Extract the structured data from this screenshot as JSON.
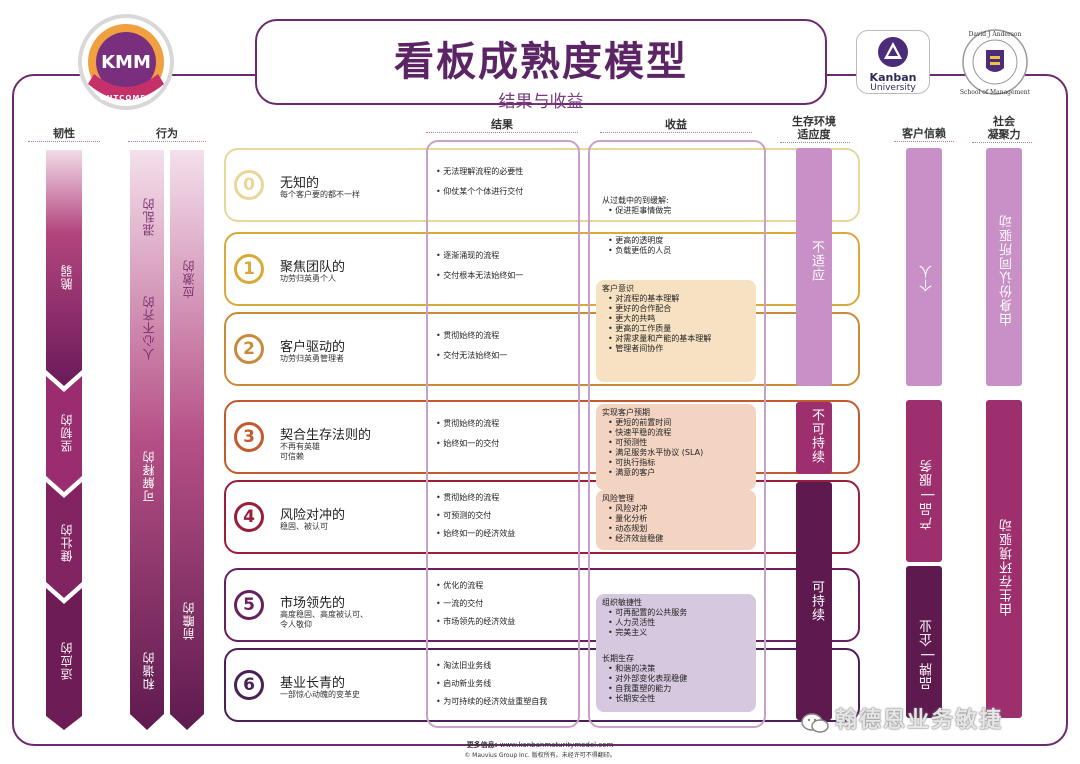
{
  "header": {
    "title": "看板成熟度模型",
    "subtitle": "结果与收益"
  },
  "logos": {
    "kmm": {
      "text": "KMM",
      "ring": "OUTCOMES"
    },
    "kanban_university": {
      "line1": "Kanban",
      "line2": "University"
    },
    "david_anderson": {
      "top": "David J Anderson",
      "bottom": "School of Management"
    }
  },
  "columns": {
    "resilience": "韧性",
    "action": "行为",
    "outcomes": "结果",
    "benefits": "收益",
    "fitness_line1": "生存环境",
    "fitness_line2": "适应度",
    "trust": "客户信赖",
    "cohesion_line1": "社会",
    "cohesion_line2": "凝聚力"
  },
  "resilience_bands": [
    "脆弱",
    "坚韧的",
    "健壮的",
    "适应的"
  ],
  "action_left": [
    "混乱的",
    "人心不齐的",
    "可解释的",
    "和谐的"
  ],
  "action_right": [
    "应激的",
    "前瞻的"
  ],
  "levels": [
    {
      "num": "0",
      "name": "无知的",
      "desc": "每个客户要的都不一样",
      "outcomes": [
        "无法理解流程的必要性",
        "仰仗某个个体进行交付"
      ],
      "color": "#e8d79a"
    },
    {
      "num": "1",
      "name": "聚焦团队的",
      "desc": "功劳归英勇个人",
      "outcomes": [
        "逐渐涌现的流程",
        "交付根本无法始终如一"
      ],
      "color": "#d9a93a"
    },
    {
      "num": "2",
      "name": "客户驱动的",
      "desc": "功劳归英勇管理者",
      "outcomes": [
        "贯彻始终的流程",
        "交付无法始终如一"
      ],
      "color": "#c98a3a"
    },
    {
      "num": "3",
      "name": "契合生存法则的",
      "desc": "不再有英雄\n可信赖",
      "outcomes": [
        "贯彻始终的流程",
        "始终如一的交付"
      ],
      "color": "#c25a2c"
    },
    {
      "num": "4",
      "name": "风险对冲的",
      "desc": "稳固、被认可",
      "outcomes": [
        "贯彻始终的流程",
        "可预测的交付",
        "始终如一的经济效益"
      ],
      "color": "#9a1e3c"
    },
    {
      "num": "5",
      "name": "市场领先的",
      "desc": "高度稳固、高度被认可、\n令人敬仰",
      "outcomes": [
        "优化的流程",
        "一流的交付",
        "市场领先的经济效益"
      ],
      "color": "#6a1f5e"
    },
    {
      "num": "6",
      "name": "基业长青的",
      "desc": "一部惊心动魄的变革史",
      "outcomes": [
        "淘汰旧业务线",
        "启动新业务线",
        "为可持续的经济效益重塑自我"
      ],
      "color": "#4a2156"
    }
  ],
  "benefits": [
    {
      "title": "从过载中的到缓解:",
      "items": [
        "促进拒事情做完"
      ],
      "bg": "#ffffff"
    },
    {
      "title": "",
      "items": [
        "更高的透明度",
        "负载更低的人员"
      ],
      "bg": "#ffffff"
    },
    {
      "title": "客户意识",
      "items": [
        "对流程的基本理解",
        "更好的合作配合",
        "更大的共鸣",
        "更高的工作质量",
        "对需求量和产能的基本理解",
        "管理者间协作"
      ],
      "bg": "#f6e2c2"
    },
    {
      "title": "实现客户预期",
      "items": [
        "更短的前置时间",
        "快速平稳的流程",
        "可预测性",
        "满足服务水平协议 (SLA)",
        "可执行指标",
        "满意的客户"
      ],
      "bg": "#f3d3c1"
    },
    {
      "title": "风险管理",
      "items": [
        "风险对冲",
        "量化分析",
        "动态规划",
        "经济效益稳健"
      ],
      "bg": "#f3d3c1"
    },
    {
      "title": "组织敏捷性",
      "items": [
        "可再配置的公共服务",
        "人力灵活性",
        "完美主义"
      ],
      "bg": "#d6c8df"
    },
    {
      "title": "长期生存",
      "items": [
        "和谐的决策",
        "对外部变化表现稳健",
        "自我重塑的能力",
        "长期安全性"
      ],
      "bg": "#d6c8df"
    }
  ],
  "fitness": [
    "不适应",
    "不可持续",
    "可持续"
  ],
  "trust": [
    "个人",
    "产品 | 服务",
    "品牌 | 企业"
  ],
  "cohesion": [
    "由身份认同所驱动",
    "由生存环境驱动"
  ],
  "footer": {
    "more_label": "更多信息:",
    "url": "www.kanbanmaturitymodel.com",
    "copyright": "© Mauvius Group Inc. 版权所有。未经许可不得翻印。"
  },
  "watermark": "翰德恩业务敏捷",
  "colors": {
    "primary": "#5b2464",
    "frame": "#6b2a6e",
    "fitness_light": "#c990c8",
    "fitness_mid": "#9e2f6e",
    "fitness_dark": "#5e1a4e"
  }
}
